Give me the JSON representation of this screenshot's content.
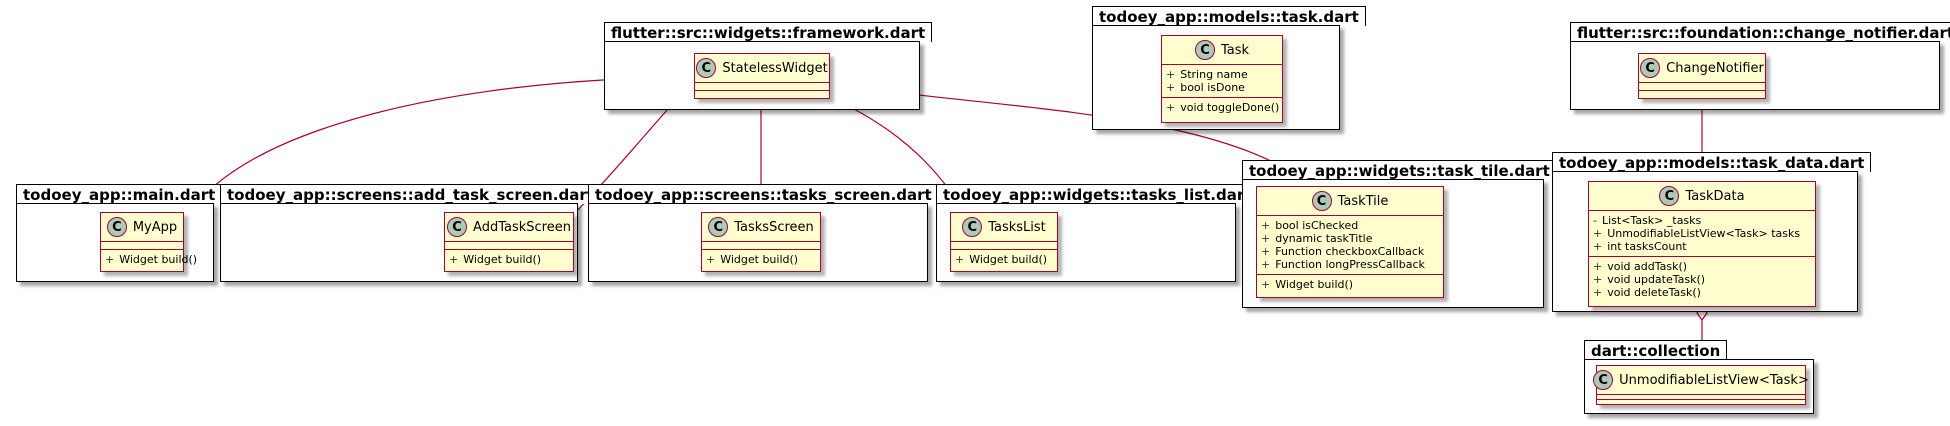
{
  "packages": {
    "framework": "flutter::src::widgets::framework.dart",
    "task_model": "todoey_app::models::task.dart",
    "change_notifier": "flutter::src::foundation::change_notifier.dart",
    "main": "todoey_app::main.dart",
    "add_task_screen": "todoey_app::screens::add_task_screen.dart",
    "tasks_screen": "todoey_app::screens::tasks_screen.dart",
    "tasks_list": "todoey_app::widgets::tasks_list.dart",
    "task_tile": "todoey_app::widgets::task_tile.dart",
    "task_data": "todoey_app::models::task_data.dart",
    "collection": "dart::collection"
  },
  "class_marker": "C",
  "visibility_public": "+",
  "visibility_private": "-",
  "classes": {
    "stateless_widget": {
      "name": "StatelessWidget"
    },
    "task": {
      "name": "Task",
      "fields": [
        "String name",
        "bool isDone"
      ],
      "methods": [
        "void toggleDone()"
      ]
    },
    "change_notifier": {
      "name": "ChangeNotifier"
    },
    "my_app": {
      "name": "MyApp",
      "methods": [
        "Widget build()"
      ]
    },
    "add_task_screen": {
      "name": "AddTaskScreen",
      "methods": [
        "Widget build()"
      ]
    },
    "tasks_screen": {
      "name": "TasksScreen",
      "methods": [
        "Widget build()"
      ]
    },
    "tasks_list": {
      "name": "TasksList",
      "methods": [
        "Widget build()"
      ]
    },
    "task_tile": {
      "name": "TaskTile",
      "fields": [
        "bool isChecked",
        "dynamic taskTitle",
        "Function checkboxCallback",
        "Function longPressCallback"
      ],
      "methods": [
        "Widget build()"
      ]
    },
    "task_data": {
      "name": "TaskData",
      "fields_private": [
        "List<Task> _tasks"
      ],
      "fields": [
        "UnmodifiableListView<Task> tasks",
        "int tasksCount"
      ],
      "methods": [
        "void addTask()",
        "void updateTask()",
        "void deleteTask()"
      ]
    },
    "unmodifiable_list_view": {
      "name": "UnmodifiableListView<Task>"
    }
  },
  "colors": {
    "class_fill": "#fefece",
    "class_border": "#a80036",
    "class_marker": "#adc9b8",
    "link": "#a80036"
  }
}
